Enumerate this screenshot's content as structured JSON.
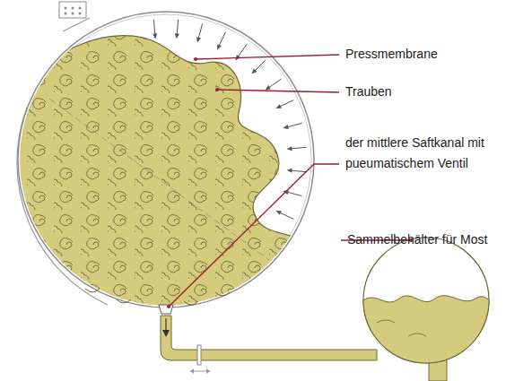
{
  "diagram": {
    "labels": [
      "Pressmembrane",
      "Trauben",
      "der mittlere Saftkanal mit pueumatischem Ventil",
      "Sammelbehälter für Most"
    ]
  }
}
